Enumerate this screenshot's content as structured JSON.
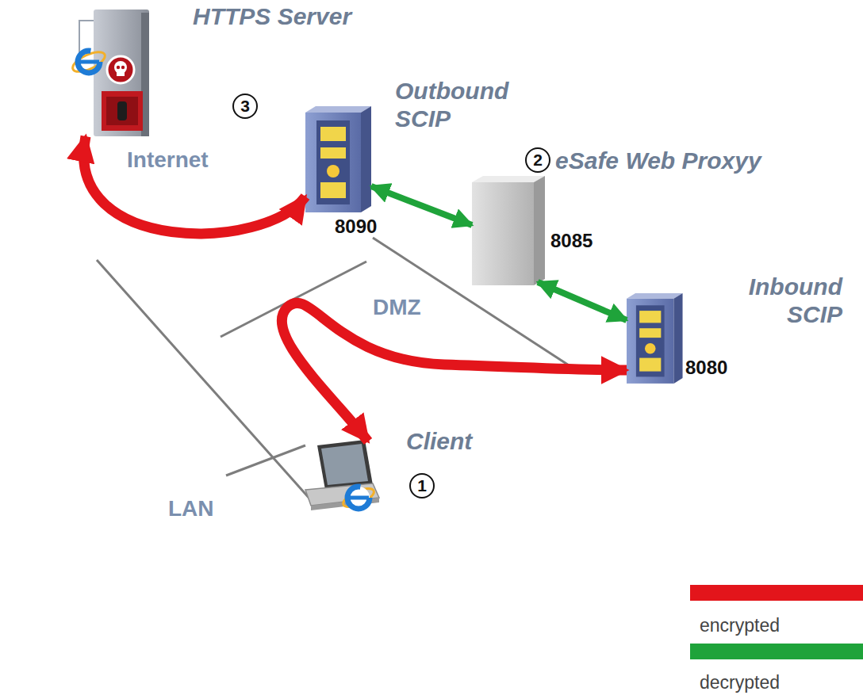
{
  "diagram": {
    "nodes": [
      {
        "text": [
          "Internet"
        ]
      },
      {
        "text": [
          "HTTPS Server"
        ],
        "in": 0
      },
      {
        "text": [
          "DMZ"
        ]
      },
      {
        "text": [
          "Outbound SCIP",
          "8090"
        ],
        "in": 2
      },
      {
        "text": [
          "eSafe Web Proxyy",
          "8085"
        ],
        "in": 2
      },
      {
        "text": [
          "Inbound SCIP",
          "8080"
        ],
        "in": 2
      },
      {
        "text": [
          "LAN"
        ]
      },
      {
        "text": [
          "Client"
        ],
        "in": 6
      }
    ],
    "edges": [
      {
        "from": 3,
        "to": 1,
        "arrow": "both"
      },
      {
        "from": 4,
        "to": 3,
        "arrow": "both"
      },
      {
        "from": 4,
        "to": 5,
        "arrow": "both"
      },
      {
        "from": 7,
        "to": 5,
        "arrow": "both"
      }
    ],
    "labels": [
      "3",
      "2",
      "1"
    ],
    "legend": [
      {
        "text": "encrypted",
        "color": "#e3151b"
      },
      {
        "text": "decrypted",
        "color": "#1fa33a"
      }
    ]
  }
}
